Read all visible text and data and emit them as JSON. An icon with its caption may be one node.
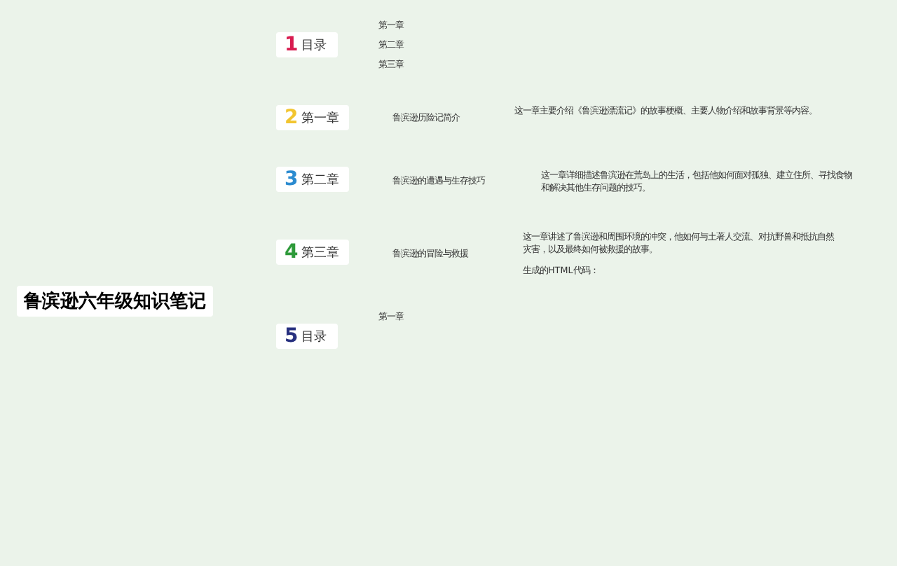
{
  "diagram": {
    "nodes": [
      {
        "text": [
          "鲁滨逊六年级知识笔记"
        ]
      },
      {
        "text": [
          "1",
          "目录"
        ]
      },
      {
        "text": [
          "2",
          "第一章"
        ]
      },
      {
        "text": [
          "3",
          "第二章"
        ]
      },
      {
        "text": [
          "4",
          "第三章"
        ]
      },
      {
        "text": [
          "5",
          "目录"
        ]
      }
    ],
    "labels": [
      "第一章",
      "第二章",
      "第三章",
      "鲁滨逊历险记简介",
      "这一章主要介绍《鲁滨逊漂流记》的故事梗概、主要人物介绍和故事背景等内容。",
      "这一章详细描述鲁滨逊在荒岛上的生活，包括他如何面对孤独、建立住所、寻找食物和解决其他生存问题的技巧。",
      "鲁滨逊的遭遇与生存技巧",
      "这一章讲述了鲁滨逊和周围环境的冲突，他如何与土著人交流、对抗野兽和抵抗自然灾害，以及最终如何被救援的故事。",
      "鲁滨逊的冒险与救援",
      "生成的HTML代码：",
      "第一章"
    ]
  }
}
